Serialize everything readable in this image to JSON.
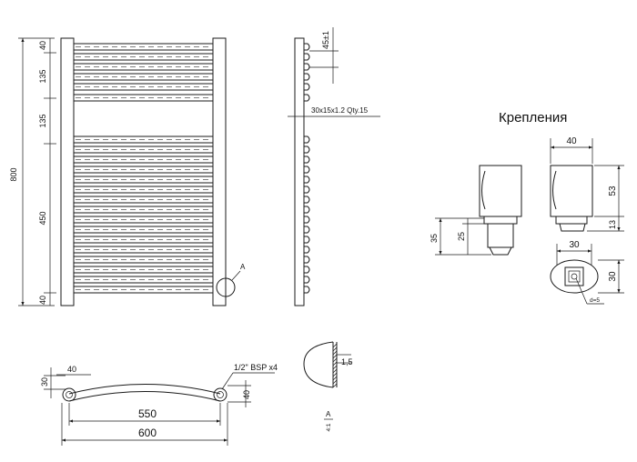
{
  "front_view": {
    "total_height": "800",
    "dim_top": "40",
    "dim_a": "135",
    "dim_b": "135",
    "dim_c": "450",
    "dim_bottom": "40",
    "detail_marker": "A"
  },
  "side_view": {
    "bar_pitch": "45±1",
    "tube_spec": "30x15x1.2  Qty.15"
  },
  "top_view": {
    "width_outer": "600",
    "width_centers": "550",
    "depth": "30",
    "collector": "40",
    "collector_right": "40",
    "connection": "1/2\" BSP x4"
  },
  "detail": {
    "thickness": "1,5",
    "label": "A",
    "scale": "4:1"
  },
  "mounts": {
    "title": "Крепления",
    "width": "40",
    "height_upper": "53",
    "height_lower": "13",
    "total_left": "35",
    "inner_left": "25",
    "base_width": "30",
    "base_depth": "30",
    "hole": "d=5"
  }
}
